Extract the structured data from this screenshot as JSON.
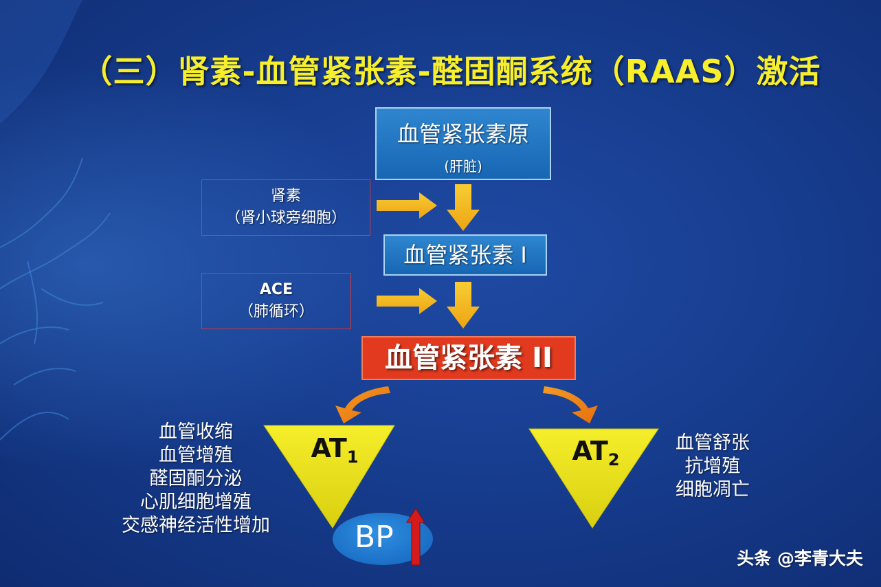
{
  "title": "（三）肾素-血管紧张素-醛固酮系统（RAAS）激活",
  "nodes": {
    "angiotensinogen": {
      "label": "血管紧张素原",
      "sub": "(肝脏)"
    },
    "renin": {
      "label": "肾素",
      "sub": "（肾小球旁细胞）"
    },
    "ang1": {
      "label": "血管紧张素 I"
    },
    "ace": {
      "label": "ACE",
      "sub": "（肺循环）"
    },
    "ang2": {
      "label": "血管紧张素 II"
    },
    "at1": {
      "label": "AT",
      "sub": "1"
    },
    "at2": {
      "label": "AT",
      "sub": "2"
    },
    "bp": {
      "label": "BP"
    }
  },
  "at1_effects": [
    "血管收缩",
    "血管增殖",
    "醛固酮分泌",
    "心肌细胞增殖",
    "交感神经活性增加"
  ],
  "at2_effects": [
    "血管舒张",
    "抗增殖",
    "细胞凋亡"
  ],
  "watermark": "头条 @李青大夫",
  "colors": {
    "background": "#173d8f",
    "title": "#f7ee2c",
    "arrow": "#f3b21b",
    "triangle": "#f1e918",
    "ang2_box": "#e23a1e",
    "bp_up_arrow": "#d41a1a"
  }
}
